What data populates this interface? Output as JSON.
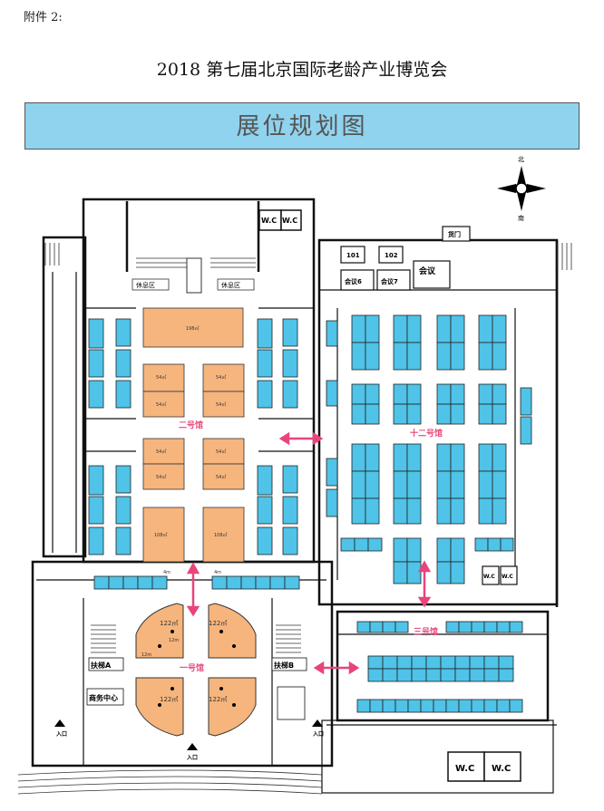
{
  "header": {
    "attachment": "附件 2:",
    "title": "2018 第七届北京国际老龄产业博览会",
    "banner": "展位规划图"
  },
  "compass": {
    "north": "北",
    "south": "南"
  },
  "halls": {
    "hall1": "一号馆",
    "hall2": "二号馆",
    "hall3": "三号馆",
    "hall12": "十二号馆"
  },
  "rooms": {
    "wc": "W.C",
    "rest": "休息区",
    "room101": "101",
    "room102": "102",
    "meeting": "会议",
    "meeting6": "会议6",
    "meeting7": "会议7",
    "freight": "货门",
    "stairA": "扶梯A",
    "stairB": "扶梯B",
    "business": "商务中心",
    "entrance": "入口",
    "area4m": "4m"
  },
  "booths": {
    "b198": "198㎡",
    "b54": "54㎡",
    "b108": "108㎡",
    "b122": "122㎡",
    "d12m": "12m"
  },
  "colors": {
    "banner": "#8fd3ee",
    "booth_blue": "#4fc3e8",
    "booth_orange": "#f6b57d",
    "arrow": "#e8457a",
    "wall": "#111111"
  }
}
